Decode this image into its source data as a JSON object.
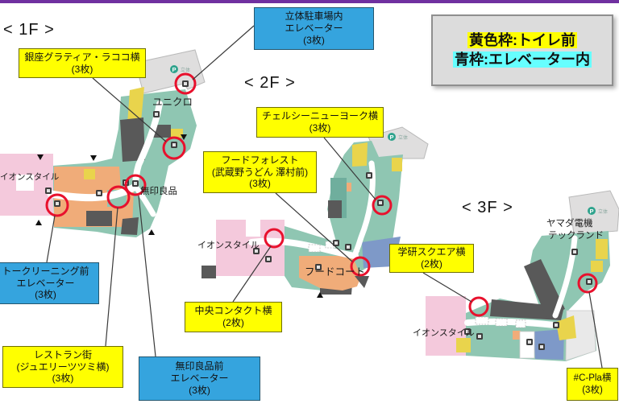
{
  "legend": {
    "line1": "黄色枠:トイレ前",
    "line2": "青枠:エレベーター内"
  },
  "floors": {
    "f1": {
      "heading": "< 1F >",
      "labels": {
        "uniqlo": "ユニクロ",
        "muji": "無印良品",
        "aeon": "イオンスタイル"
      }
    },
    "f2": {
      "heading": "< 2F >",
      "labels": {
        "aeon": "イオンスタイル",
        "foodcourt": "フードコート"
      }
    },
    "f3": {
      "heading": "< 3F >",
      "labels": {
        "aeon": "イオンスタイル",
        "yamada1": "ヤマダ電機",
        "yamada2": "テックランド"
      }
    }
  },
  "parking": {
    "p": "P",
    "label": "立体"
  },
  "callouts": {
    "ginza": {
      "type": "toilet",
      "lines": [
        "銀座グラティア・ラココ横",
        "(3枚)"
      ]
    },
    "parking_elev": {
      "type": "elevator",
      "lines": [
        "立体駐車場内",
        "エレベーター",
        "(3枚)"
      ]
    },
    "chelsea": {
      "type": "toilet",
      "lines": [
        "チェルシーニューヨーク横",
        "(3枚)"
      ]
    },
    "food_forest": {
      "type": "toilet",
      "lines": [
        "フードフォレスト",
        "(武蔵野うどん 澤村前)",
        "(3枚)"
      ]
    },
    "gakken": {
      "type": "toilet",
      "lines": [
        "学研スクエア横",
        "(2枚)"
      ]
    },
    "cleaning_elev": {
      "type": "elevator",
      "lines": [
        "トークリーニング前",
        "エレベーター",
        "(3枚)"
      ]
    },
    "restaurant": {
      "type": "toilet",
      "lines": [
        "レストラン街",
        "(ジュエリーツツミ横)",
        "(3枚)"
      ]
    },
    "muji_elev": {
      "type": "elevator",
      "lines": [
        "無印良品前",
        "エレベーター",
        "(3枚)"
      ]
    },
    "chuo_contact": {
      "type": "toilet",
      "lines": [
        "中央コンタクト横",
        "(2枚)"
      ]
    },
    "c_pla": {
      "type": "toilet",
      "lines": [
        "#C-Pla横",
        "(3枚)"
      ]
    }
  },
  "colors": {
    "top_bar": "#7030A0",
    "callout_toilet": "#FFFF00",
    "callout_elevator": "#35A4DE",
    "highlight_yellow": "#FFFF00",
    "highlight_cyan": "#66FFFF",
    "location_circle": "#E8112D",
    "map_teal": "#8FC6B2",
    "map_orange": "#F0AC79",
    "map_pink": "#F4C9DC",
    "map_yellow": "#E9D44C",
    "map_blue": "#7E99C8",
    "map_dark": "#595959"
  }
}
